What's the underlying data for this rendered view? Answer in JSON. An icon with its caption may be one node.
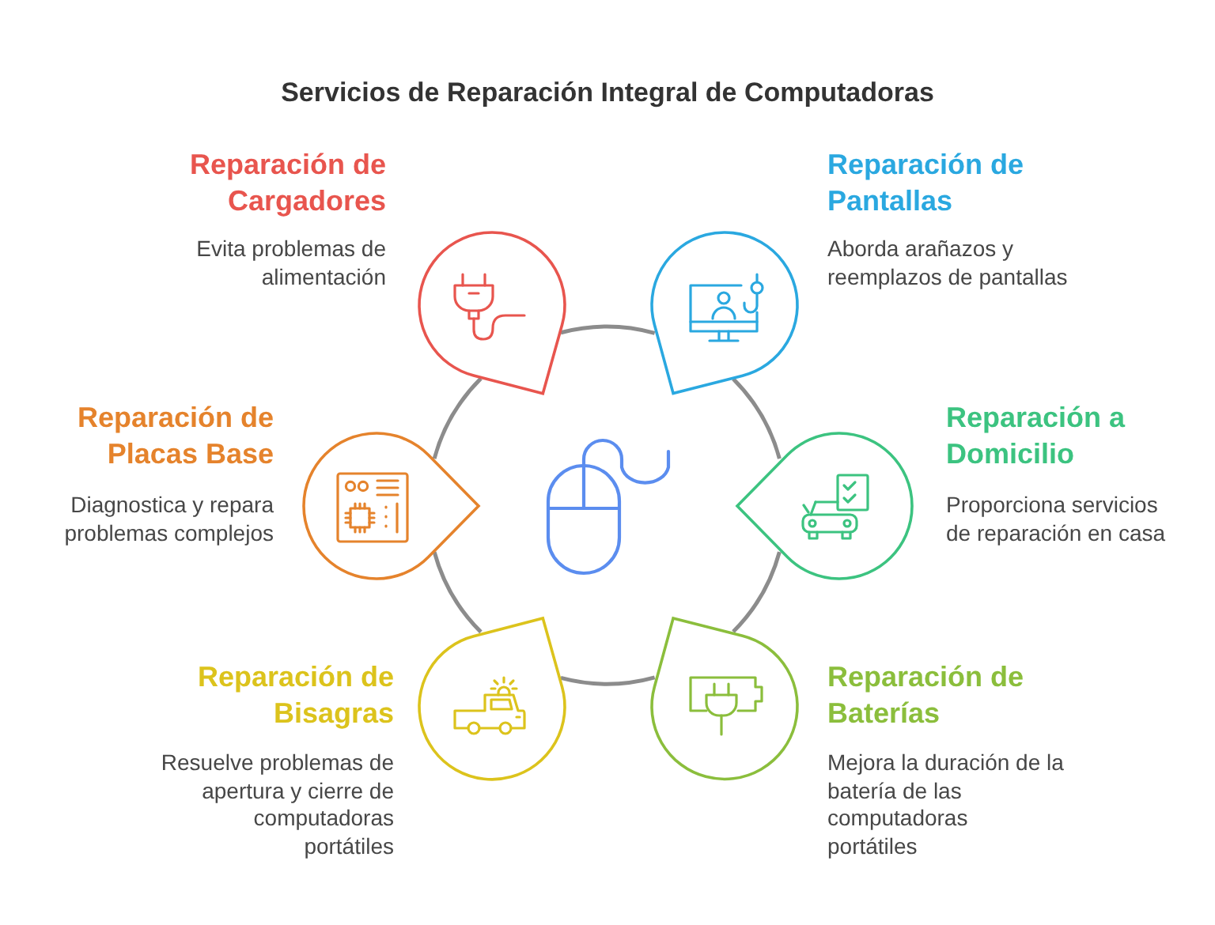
{
  "diagram": {
    "title": "Servicios de Reparación Integral de Computadoras",
    "nodes": [
      {
        "text": [
          "Reparación de Cargadores",
          "Evita problemas de alimentación"
        ]
      },
      {
        "text": [
          "Reparación de Pantallas",
          "Aborda arañazos y reemplazos de pantallas"
        ]
      },
      {
        "text": [
          "Reparación de Placas Base",
          "Diagnostica y repara problemas complejos"
        ]
      },
      {
        "text": [
          "Reparación a Domicilio",
          "Proporciona servicios de reparación en casa"
        ]
      },
      {
        "text": [
          "Reparación de Bisagras",
          "Resuelve problemas de apertura y cierre de computadoras portátiles"
        ]
      },
      {
        "text": [
          "Reparación de Baterías",
          "Mejora la duración de la batería de las computadoras portátiles"
        ]
      }
    ]
  }
}
